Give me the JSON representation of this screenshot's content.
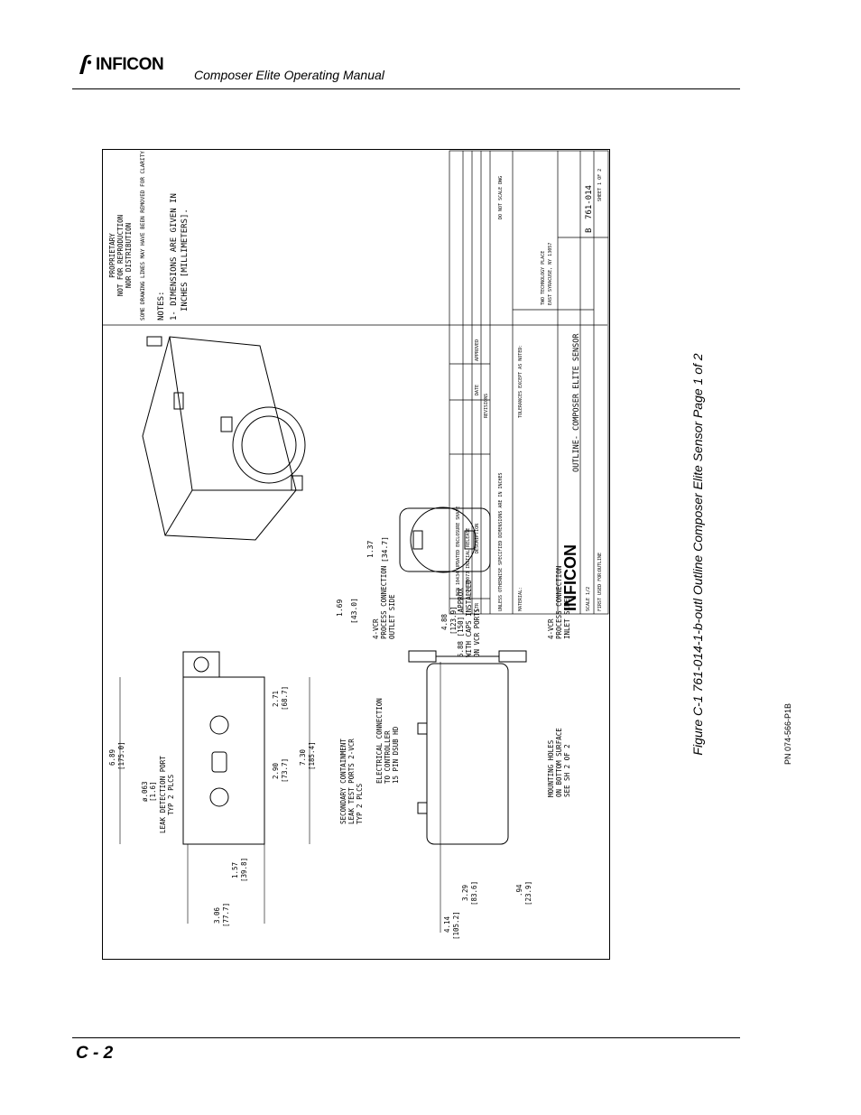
{
  "header": {
    "logo_text": "INFICON",
    "manual_title": "Composer Elite Operating Manual"
  },
  "drawing": {
    "notes_header": "PROPRIETARY",
    "notes_line2": "NOT FOR REPRODUCTION",
    "notes_line3": "NOR DISTRIBUTION",
    "clarity_note": "SOME DRAWING LINES MAY HAVE BEEN REMOVED FOR CLARITY",
    "notes_title": "NOTES:",
    "note1_line1": "1- DIMENSIONS ARE GIVEN IN",
    "note1_line2": "INCHES [MILLIMETERS].",
    "dim_6_89": "6.89",
    "dim_175_0": "[175.0]",
    "dim_063": "ø.063",
    "dim_1_6": "[1.6]",
    "leak_port_1": "LEAK DETECTION PORT",
    "leak_port_2": "TYP 2 PLCS",
    "dim_2_71": "2.71",
    "dim_68_7": "[68.7]",
    "dim_2_90": "2.90",
    "dim_73_7": "[73.7]",
    "dim_7_30": "7.30",
    "dim_185_4": "[185.4]",
    "dim_1_57": "1.57",
    "dim_39_8": "[39.8]",
    "dim_3_06": "3.06",
    "dim_77_7": "[77.7]",
    "secondary_1": "SECONDARY CONTAINMENT",
    "secondary_2": "LEAK TEST PORTS 2-VCR",
    "secondary_3": "TYP 2 PLCS",
    "electrical_1": "ELECTRICAL CONNECTION",
    "electrical_2": "TO CONTROLLER",
    "electrical_3": "15 PIN DSUB HD",
    "vcr_out_1": "4-VCR",
    "vcr_out_2": "PROCESS CONNECTION",
    "vcr_out_3": "OUTLET SIDE",
    "dim_4_88": "4.88",
    "dim_123_9": "[123.9]",
    "dim_5_88_1": "5.88 [150] APPROX",
    "dim_5_88_2": "WITH CAPS INSTALLED",
    "dim_5_88_3": "ON VCR PORTS",
    "vcr_in_1": "4-VCR",
    "vcr_in_2": "PROCESS CONNECTION",
    "vcr_in_3": "INLET SIDE",
    "mounting_1": "MOUNTING HOLES",
    "mounting_2": "ON BOTTOM SURFACE",
    "mounting_3": "SEE SH 2 OF 2",
    "dim_3_29": "3.29",
    "dim_83_6": "[83.6]",
    "dim_94": ".94",
    "dim_23_9": "[23.9]",
    "dim_4_14": "4.14",
    "dim_105_2": "[105.2]",
    "dim_1_69": "1.69",
    "dim_43_0": "[43.0]",
    "dim_1_37": "1.37",
    "dim_34_7": "[34.7]",
    "tb_logo": "INFICON",
    "tb_title_1": "OUTLINE- COMPOSER ELITE SENSOR",
    "tb_drawing_no": "761-014",
    "tb_size": "B",
    "tb_unless": "UNLESS OTHERWISE SPECIFIED DIMENSIONS ARE IN INCHES",
    "tb_do_not_scale": "DO NOT SCALE DWG",
    "tb_tolerances": "TOLERANCES EXCEPT AS NOTED:",
    "tb_address_1": "TWO TECHNOLOGY PLACE",
    "tb_address_2": "EAST SYRACUSE, NY 13057",
    "tb_material": "MATERIAL:",
    "tb_revision": "REVISIONS",
    "tb_rev_b": "ECN 10434 UPDATED ENCLOSURE SHAPE",
    "tb_rev_a": "ECN 10073 INITIAL RELEASE",
    "tb_description": "DESCRIPTION",
    "tb_date": "DATE",
    "tb_approved": "APPROVED",
    "tb_ltr": "LTR",
    "tb_scale": "SCALE 1/2",
    "tb_first_used": "FIRST USED FOR:",
    "tb_outline": "OUTLINE",
    "tb_sheet": "SHEET 1 OF 2"
  },
  "figure_caption": "Figure C-1  761-014-1-b-outl Outline Composer Elite Sensor Page 1 of 2",
  "part_number": "PN 074-566-P1B",
  "footer": {
    "page_number": "C - 2"
  }
}
